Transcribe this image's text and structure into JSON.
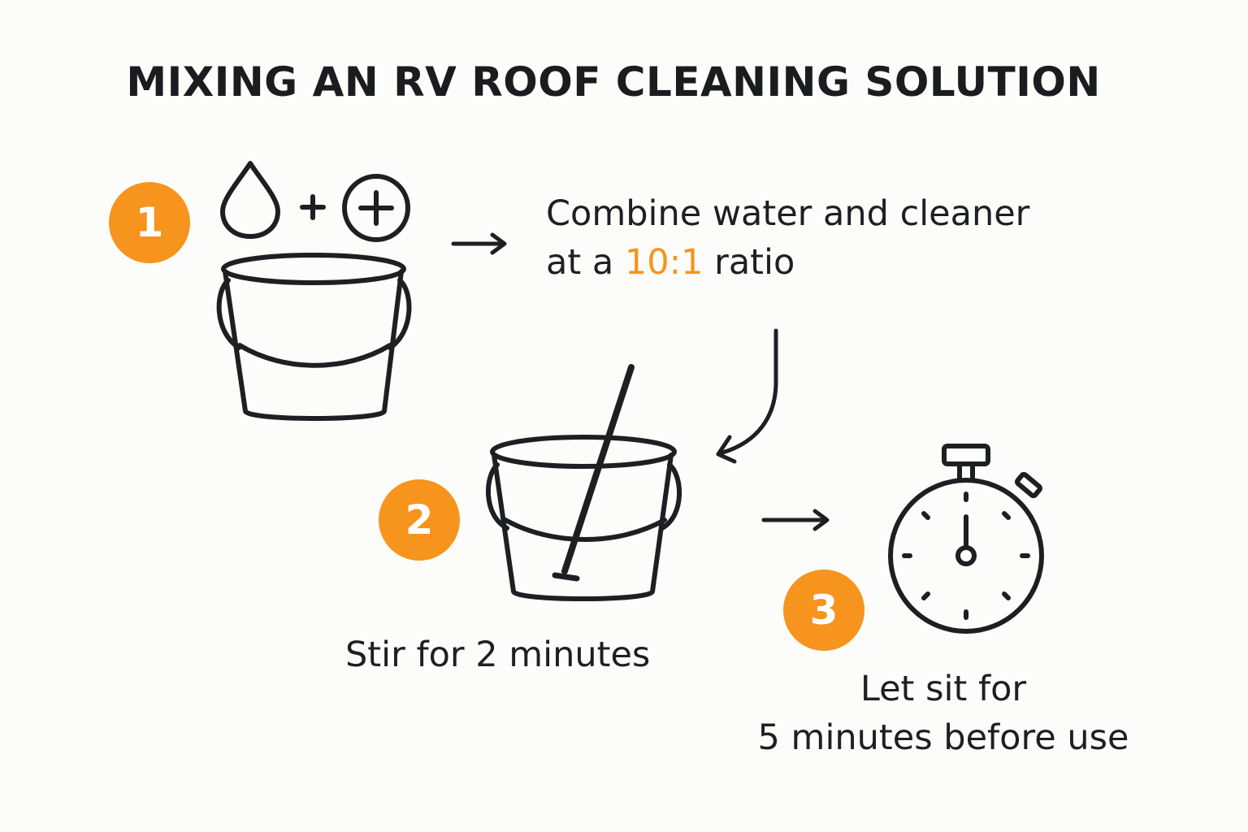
{
  "title": "MIXING AN RV ROOF CLEANING SOLUTION",
  "colors": {
    "accent": "#f7941d",
    "ink": "#1d1f22",
    "background": "#fcfcfa"
  },
  "steps": [
    {
      "number": "1",
      "icons": [
        "water-drop-icon",
        "plus-icon",
        "cleaner-plus-circle-icon",
        "bucket-icon"
      ],
      "operator": "+",
      "text_line1": "Combine water and cleaner",
      "text_line2_prefix": "at a ",
      "text_line2_highlight": "10:1",
      "text_line2_suffix": " ratio"
    },
    {
      "number": "2",
      "icons": [
        "bucket-with-stirrer-icon"
      ],
      "text": "Stir for 2 minutes"
    },
    {
      "number": "3",
      "icons": [
        "stopwatch-icon"
      ],
      "text_line1": "Let sit for",
      "text_line2": "5 minutes before use"
    }
  ],
  "arrows": [
    "right-arrow-icon",
    "curved-down-arrow-icon",
    "right-arrow-icon"
  ]
}
